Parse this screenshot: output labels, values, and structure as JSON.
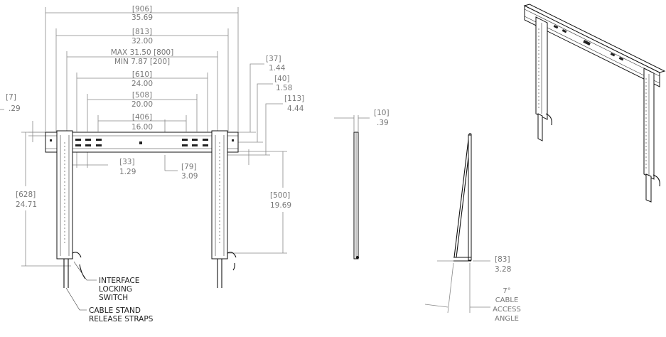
{
  "front_view": {
    "dims": {
      "w906": [
        "[906]",
        "35.69"
      ],
      "w813": [
        "[813]",
        "32.00"
      ],
      "max": "MAX 31.50 [800]",
      "min": "MIN 7.87 [200]",
      "w610": [
        "[610]",
        "24.00"
      ],
      "w508": [
        "[508]",
        "20.00"
      ],
      "w406": [
        "[406]",
        "16.00"
      ],
      "d7": [
        "[7]",
        ".29"
      ],
      "d37": [
        "[37]",
        "1.44"
      ],
      "d40": [
        "[40]",
        "1.58"
      ],
      "d113": [
        "[113]",
        "4.44"
      ],
      "d33": [
        "[33]",
        "1.29"
      ],
      "d79": [
        "[79]",
        "3.09"
      ],
      "d628": [
        "[628]",
        "24.71"
      ],
      "d500": [
        "[500]",
        "19.69"
      ]
    },
    "callouts": {
      "locking": [
        "INTERFACE",
        "LOCKING",
        "SWITCH"
      ],
      "straps": [
        "CABLE STAND",
        "RELEASE STRAPS"
      ]
    }
  },
  "side_view": {
    "d10": [
      "[10]",
      ".39"
    ]
  },
  "tilt_view": {
    "d83": [
      "[83]",
      "3.28"
    ],
    "angle_note": [
      "7°",
      "CABLE",
      "ACCESS",
      "ANGLE"
    ]
  }
}
